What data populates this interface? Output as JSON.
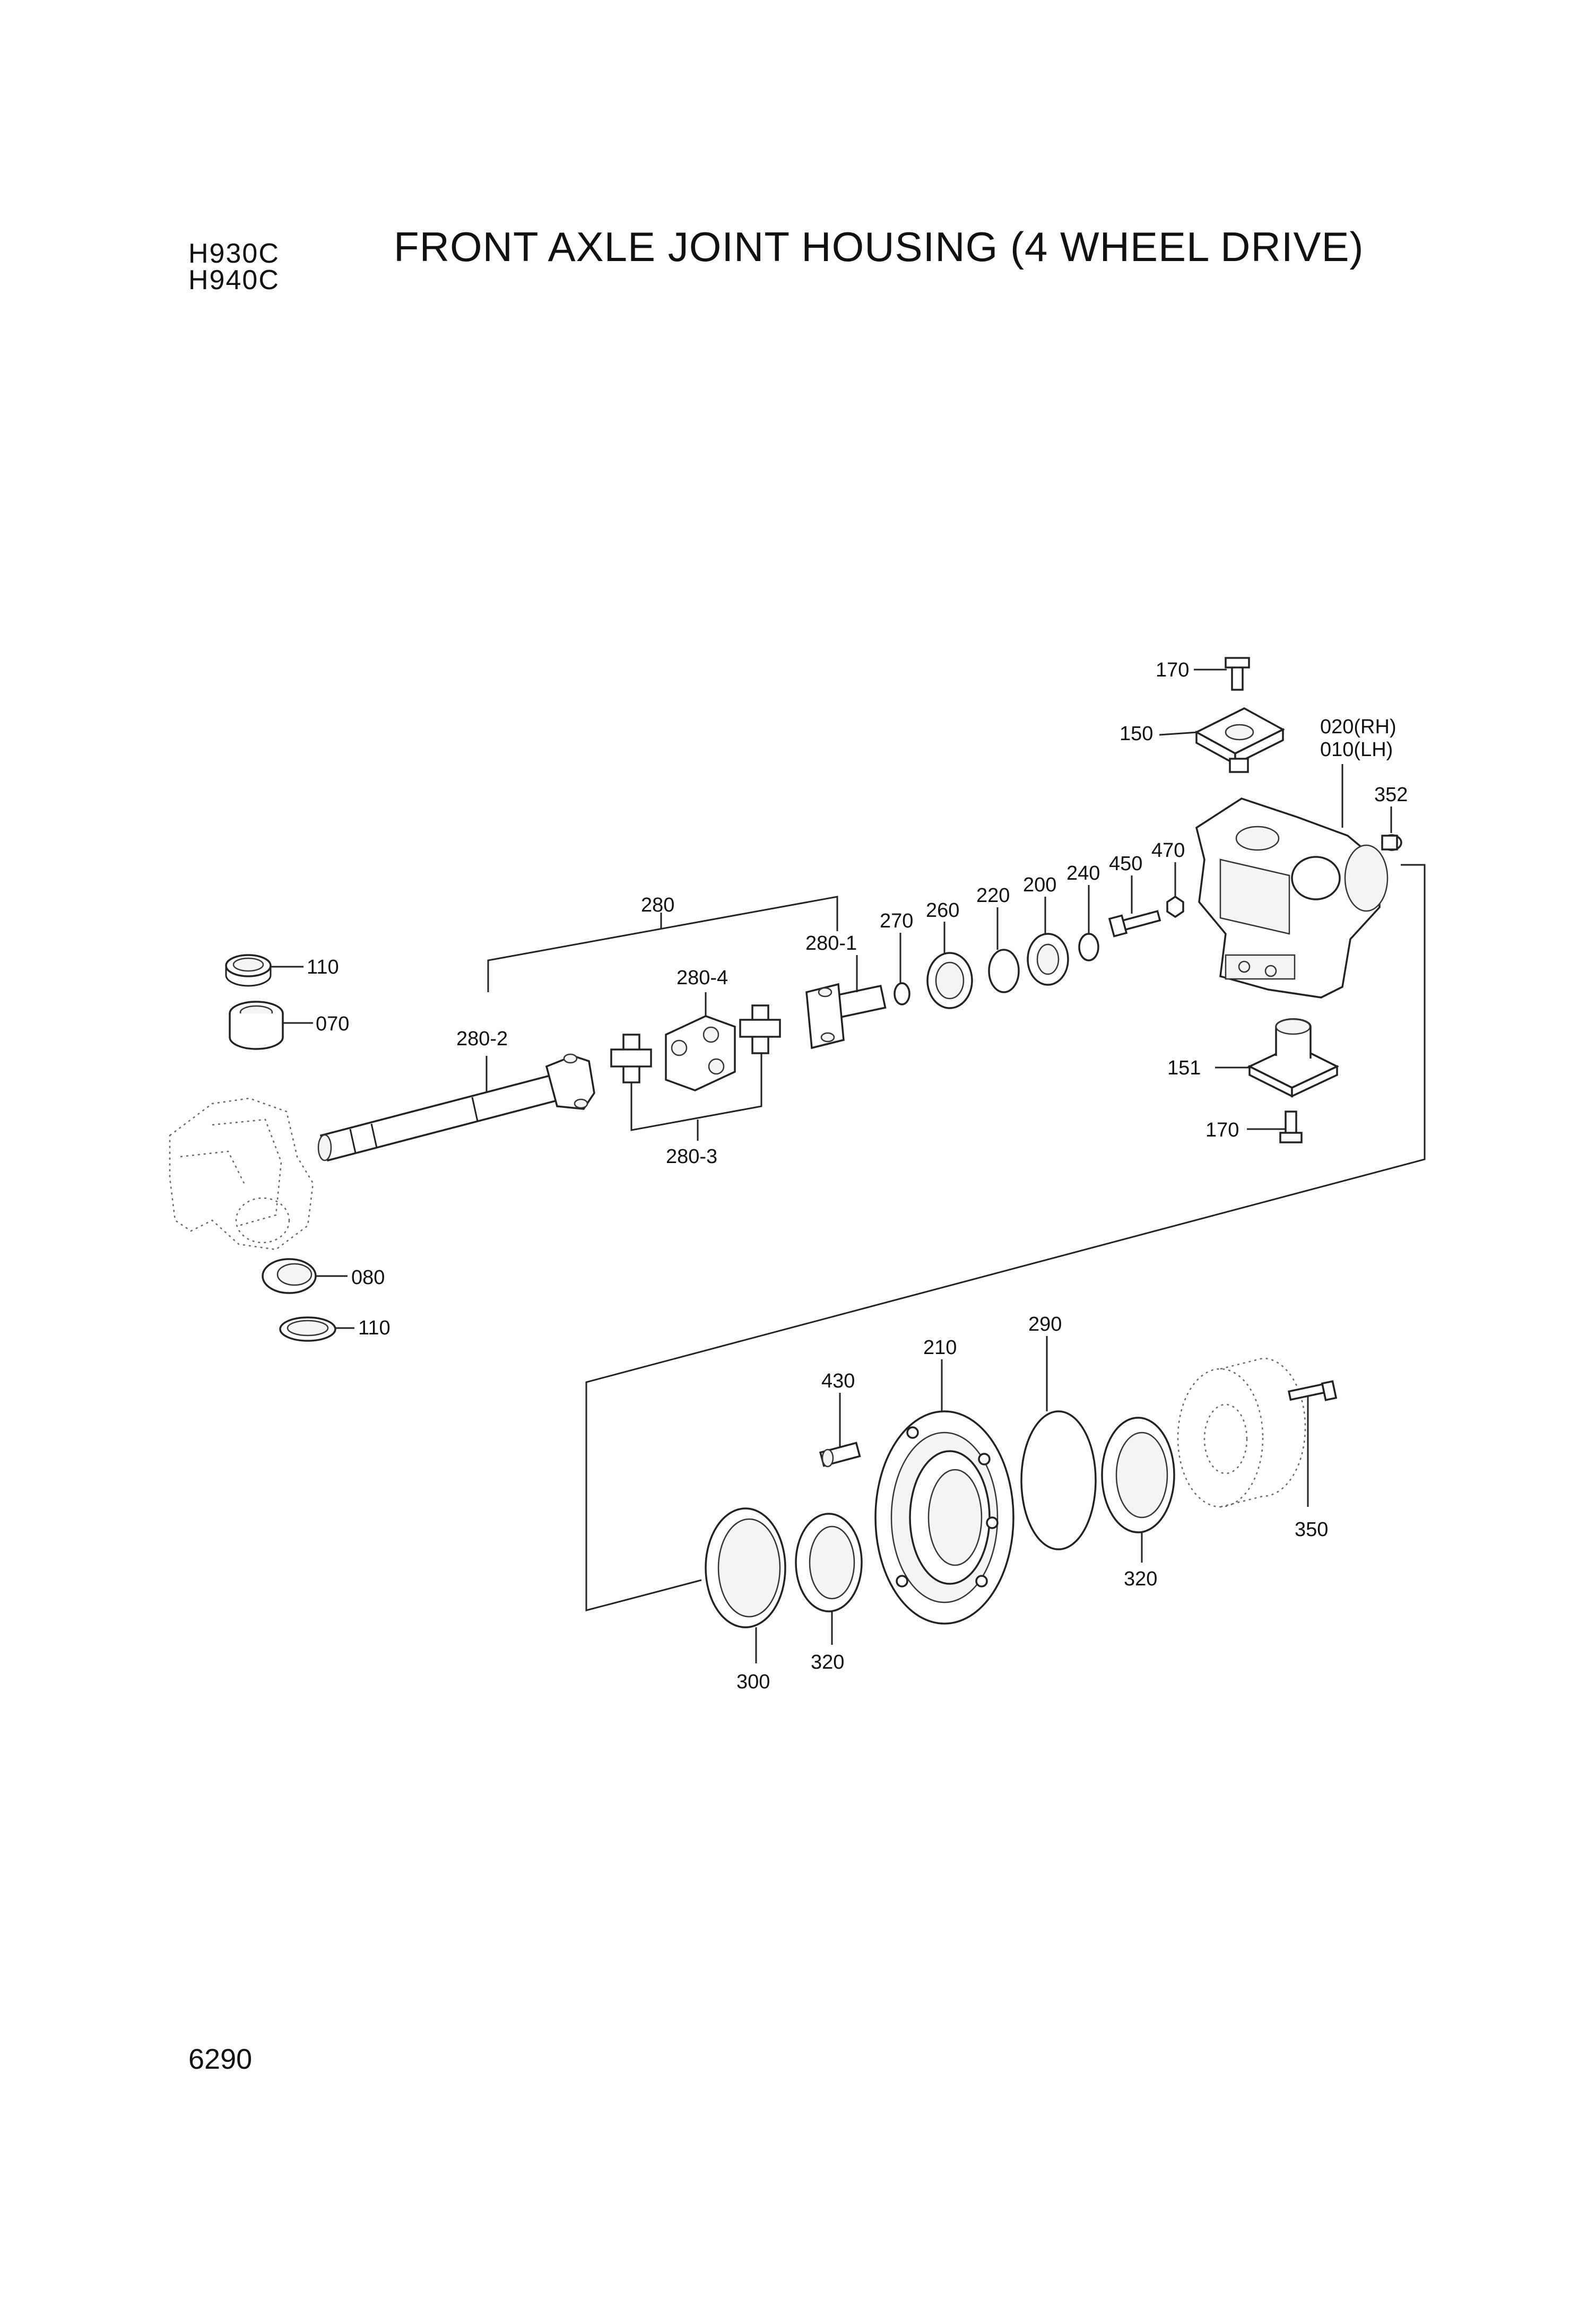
{
  "header": {
    "models": [
      "H930C",
      "H940C"
    ],
    "title": "FRONT AXLE JOINT HOUSING (4 WHEEL DRIVE)"
  },
  "footer": {
    "page_number": "6290"
  },
  "callouts": {
    "p170_top": "170",
    "p150": "150",
    "p020": "020(RH)",
    "p010": "010(LH)",
    "p352": "352",
    "p470": "470",
    "p450": "450",
    "p240": "240",
    "p200": "200",
    "p220": "220",
    "p260": "260",
    "p270": "270",
    "p280": "280",
    "p280_1": "280-1",
    "p280_4": "280-4",
    "p280_2": "280-2",
    "p280_3": "280-3",
    "p110_top": "110",
    "p070": "070",
    "p080": "080",
    "p110_bot": "110",
    "p151": "151",
    "p170_bot": "170",
    "p290": "290",
    "p210": "210",
    "p430": "430",
    "p350": "350",
    "p320_right": "320",
    "p320_left": "320",
    "p300": "300"
  }
}
